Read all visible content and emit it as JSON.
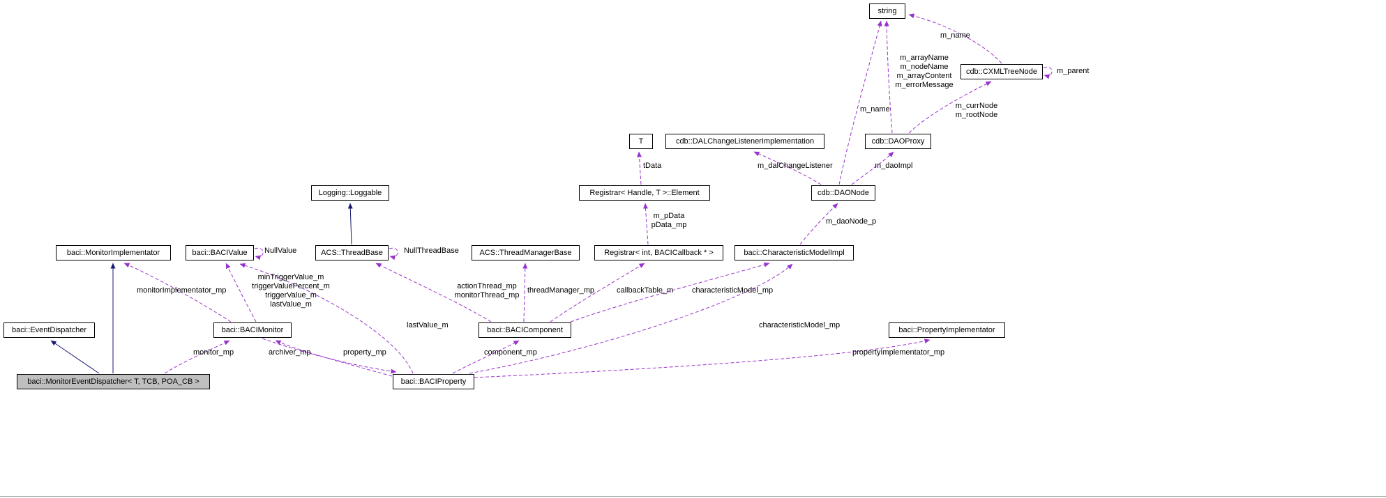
{
  "nodes": {
    "string": "string",
    "cxmltreenode": "cdb::CXMLTreeNode",
    "t": "T",
    "dalchangelistenerimplementation": "cdb::DALChangeListenerImplementation",
    "daoproxy": "cdb::DAOProxy",
    "logging_loggable": "Logging::Loggable",
    "registrar_element": "Registrar< Handle, T >::Element",
    "daonode": "cdb::DAONode",
    "monitorimplementator": "baci::MonitorImplementator",
    "bacivalue": "baci::BACIValue",
    "threadbase": "ACS::ThreadBase",
    "threadmanagerbase": "ACS::ThreadManagerBase",
    "registrar_int_bacicallback": "Registrar< int, BACICallback * >",
    "characteristicmodelimpl": "baci::CharacteristicModelImpl",
    "eventdispatcher": "baci::EventDispatcher",
    "bacimonitor": "baci::BACIMonitor",
    "bacicomponent": "baci::BACIComponent",
    "propertyimplementator": "baci::PropertyImplementator",
    "monitoreventdispatcher": "baci::MonitorEventDispatcher< T, TCB, POA_CB >",
    "baciproperty": "baci::BACIProperty"
  },
  "labels": {
    "m_name_tree": "m_name",
    "daoproxy_members": "m_arrayName\nm_nodeName\nm_arrayContent\nm_errorMessage",
    "m_parent": "m_parent",
    "m_name_daonode": "m_name",
    "currnode_block": "m_currNode\nm_rootNode",
    "tdata": "tData",
    "m_dalchangelistener": "m_dalChangeListener",
    "m_daoimpl": "m_daoImpl",
    "pdata_block": "m_pData\npData_mp",
    "m_daonode_p": "m_daoNode_p",
    "nullvalue": "NullValue",
    "nullthreadbase": "NullThreadBase",
    "monitorimplementator_mp": "monitorImplementator_mp",
    "trigger_block": "minTriggerValue_m\ntriggerValuePercent_m\ntriggerValue_m\nlastValue_m",
    "actionthread_block": "actionThread_mp\nmonitorThread_mp",
    "threadmanager_mp": "threadManager_mp",
    "callbacktable_m": "callbackTable_m",
    "characteristicmodel_mp_component": "characteristicModel_mp",
    "lastvalue_m": "lastValue_m",
    "characteristicmodel_mp_property": "characteristicModel_mp",
    "monitor_mp": "monitor_mp",
    "archiver_mp": "archiver_mp",
    "property_mp": "property_mp",
    "component_mp": "component_mp",
    "propertyimplementator_mp": "propertyImplementator_mp"
  },
  "colors": {
    "inheritance_edge": "#191970",
    "usage_edge": "#9932cc",
    "node_border": "#000000",
    "node_background": "#ffffff",
    "selected_node_background": "#bfbfbf"
  }
}
